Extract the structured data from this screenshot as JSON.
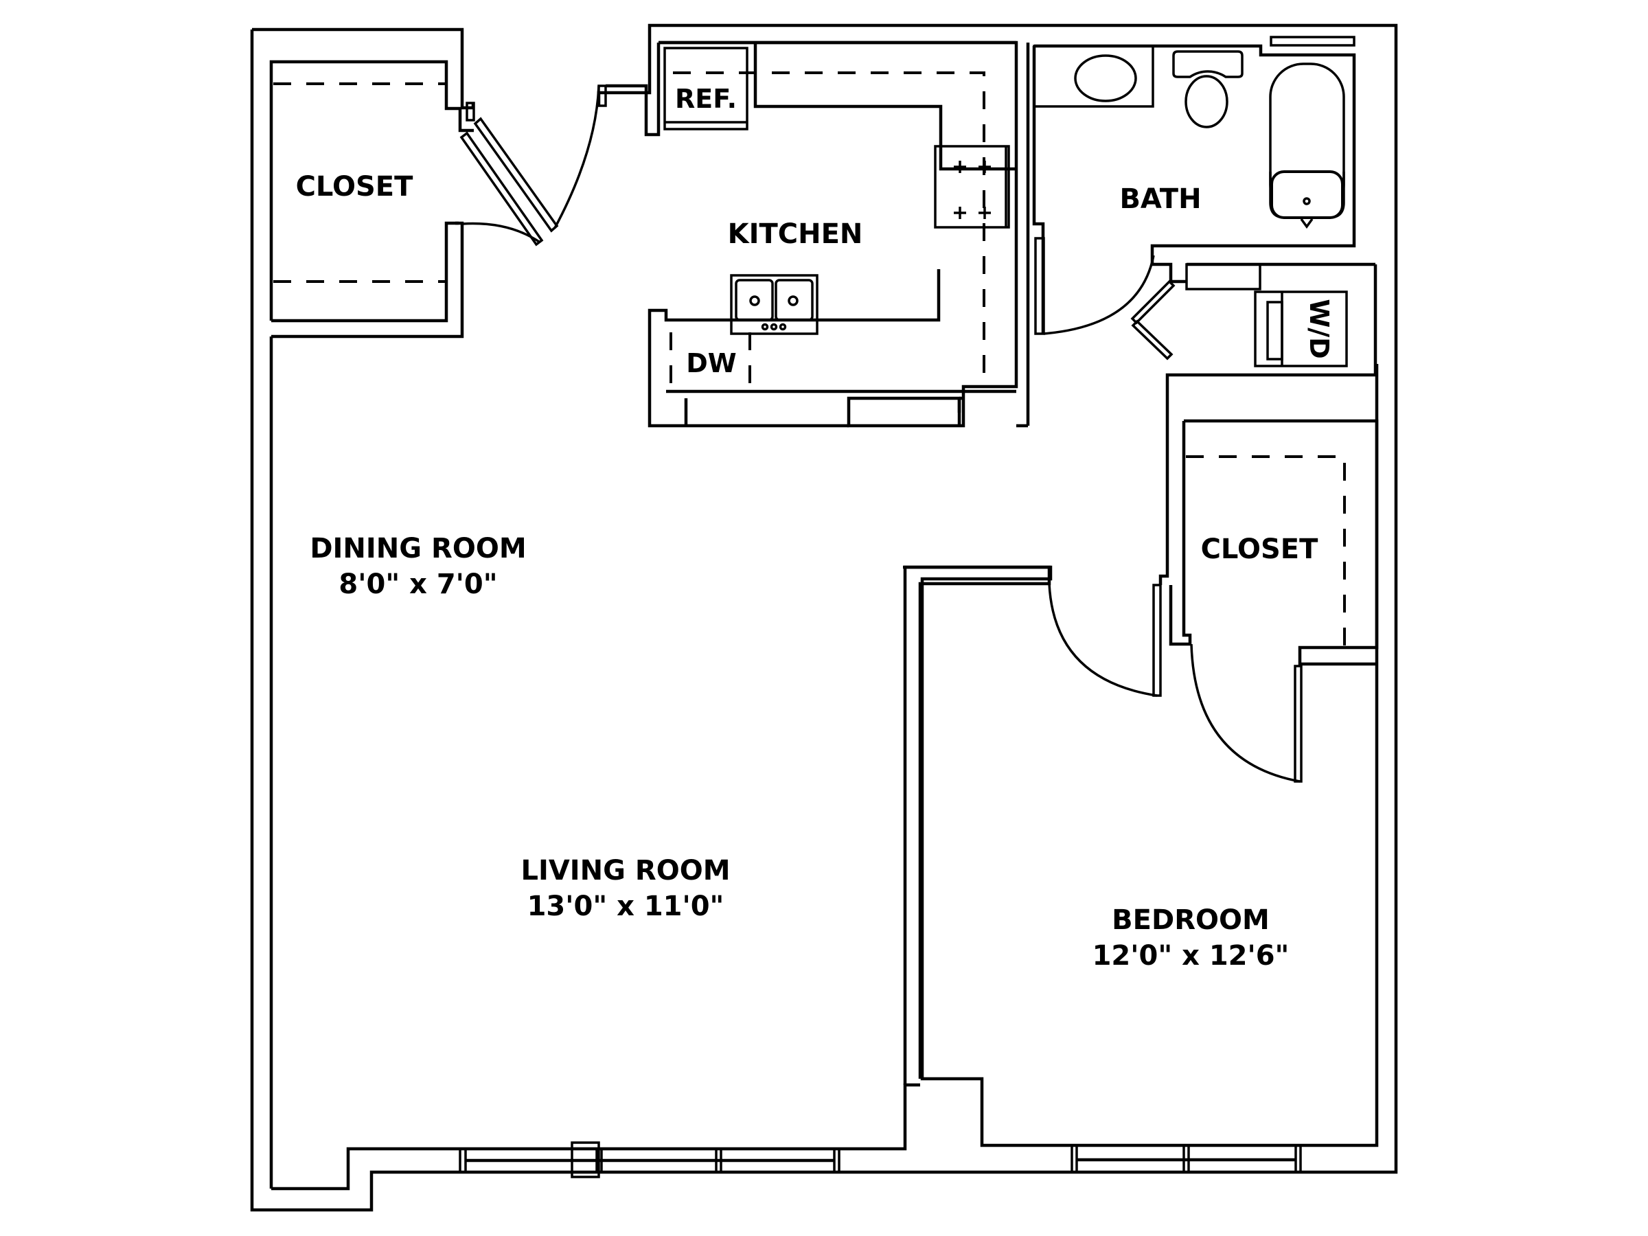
{
  "plan": {
    "rooms": [
      {
        "id": "closet-1",
        "name": "CLOSET",
        "dimensions": null
      },
      {
        "id": "kitchen",
        "name": "KITCHEN",
        "dimensions": null
      },
      {
        "id": "bath",
        "name": "BATH",
        "dimensions": null
      },
      {
        "id": "dining",
        "name": "DINING ROOM",
        "dimensions": "8'0\" x 7'0\""
      },
      {
        "id": "living",
        "name": "LIVING ROOM",
        "dimensions": "13'0\" x 11'0\""
      },
      {
        "id": "closet-2",
        "name": "CLOSET",
        "dimensions": null
      },
      {
        "id": "bedroom",
        "name": "BEDROOM",
        "dimensions": "12'0\" x 12'6\""
      }
    ],
    "fixtures": {
      "refrigerator": "REF.",
      "dishwasher": "DW",
      "washer_dryer": "W/D"
    },
    "colors": {
      "line": "#000000",
      "background": "#ffffff"
    }
  }
}
